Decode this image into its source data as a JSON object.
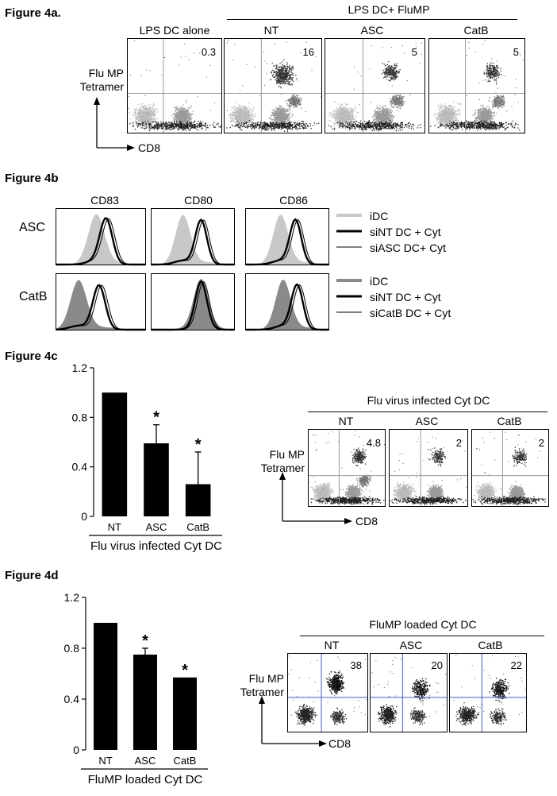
{
  "fig4a": {
    "label": "Figure 4a.",
    "group_header": "LPS DC+ FluMP",
    "ylabel_line1": "Flu MP",
    "ylabel_line2": "Tetramer",
    "xlabel": "CD8",
    "panels": [
      {
        "title": "LPS DC alone",
        "value": "0.3"
      },
      {
        "title": "NT",
        "value": "16"
      },
      {
        "title": "ASC",
        "value": "5"
      },
      {
        "title": "CatB",
        "value": "5"
      }
    ]
  },
  "fig4b": {
    "label": "Figure 4b",
    "markers": [
      "CD83",
      "CD80",
      "CD86"
    ],
    "rows": [
      {
        "name": "ASC",
        "legend": [
          "iDC",
          "siNT DC + Cyt",
          "siASC DC+ Cyt"
        ],
        "fill_color": "#c8c8c8"
      },
      {
        "name": "CatB",
        "legend": [
          "iDC",
          "siNT DC + Cyt",
          "siCatB DC + Cyt"
        ],
        "fill_color": "#8a8a8a"
      }
    ]
  },
  "fig4c": {
    "label": "Figure 4c",
    "chart_data": {
      "type": "bar",
      "categories": [
        "NT",
        "ASC",
        "CatB"
      ],
      "values": [
        1.0,
        0.59,
        0.26
      ],
      "errors": [
        0,
        0.15,
        0.26
      ],
      "significance": [
        "",
        "*",
        "*"
      ],
      "yticks": [
        "0",
        "0.4",
        "0.8",
        "1.2"
      ],
      "ylim": [
        0,
        1.2
      ],
      "xlabel": "Flu virus infected Cyt DC"
    },
    "flow": {
      "group_header": "Flu virus infected Cyt DC",
      "ylabel_line1": "Flu MP",
      "ylabel_line2": "Tetramer",
      "xlabel": "CD8",
      "panels": [
        {
          "title": "NT",
          "value": "4.8"
        },
        {
          "title": "ASC",
          "value": "2"
        },
        {
          "title": "CatB",
          "value": "2"
        }
      ]
    }
  },
  "fig4d": {
    "label": "Figure 4d",
    "chart_data": {
      "type": "bar",
      "categories": [
        "NT",
        "ASC",
        "CatB"
      ],
      "values": [
        1.0,
        0.75,
        0.57
      ],
      "errors": [
        0,
        0.05,
        0
      ],
      "significance": [
        "",
        "*",
        "*"
      ],
      "yticks": [
        "0",
        "0.4",
        "0.8",
        "1.2"
      ],
      "ylim": [
        0,
        1.2
      ],
      "xlabel": "FluMP loaded Cyt DC"
    },
    "flow": {
      "group_header": "FluMP loaded Cyt DC",
      "ylabel_line1": "Flu MP",
      "ylabel_line2": "Tetramer",
      "xlabel": "CD8",
      "panels": [
        {
          "title": "NT",
          "value": "38"
        },
        {
          "title": "ASC",
          "value": "20"
        },
        {
          "title": "CatB",
          "value": "22"
        }
      ]
    }
  }
}
